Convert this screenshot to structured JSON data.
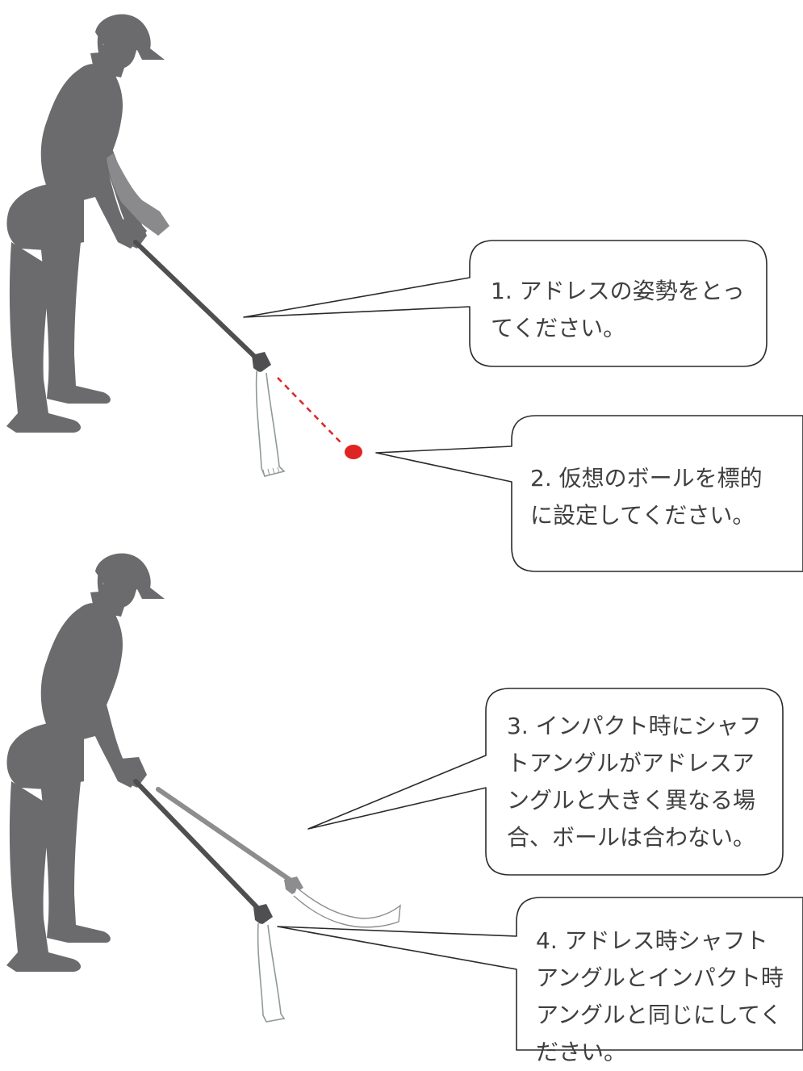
{
  "colors": {
    "silhouette": "#6b6b6d",
    "silhouette_ghost": "#8a8a8c",
    "club": "#4f4f52",
    "club_ghost": "#8d8d8f",
    "towel_stroke": "#8f9a98",
    "ball": "#e02424",
    "guide_line": "#e02424",
    "bubble_border": "#2b2b2b",
    "text": "#3f3f3f",
    "background": "#ffffff"
  },
  "icons": [
    "golfer-silhouette",
    "golf-club",
    "towel",
    "target-ball"
  ],
  "steps": [
    {
      "text": "1. アドレスの姿勢をとってください。"
    },
    {
      "text": "2. 仮想のボールを標的に設定してください。"
    },
    {
      "text": "3. インパクト時にシャフトアングルがアドレスアングルと大きく異なる場合、ボールは合わない。"
    },
    {
      "text": "4. アドレス時シャフトアングルとインパクト時アングルと同じにしてください。"
    }
  ]
}
